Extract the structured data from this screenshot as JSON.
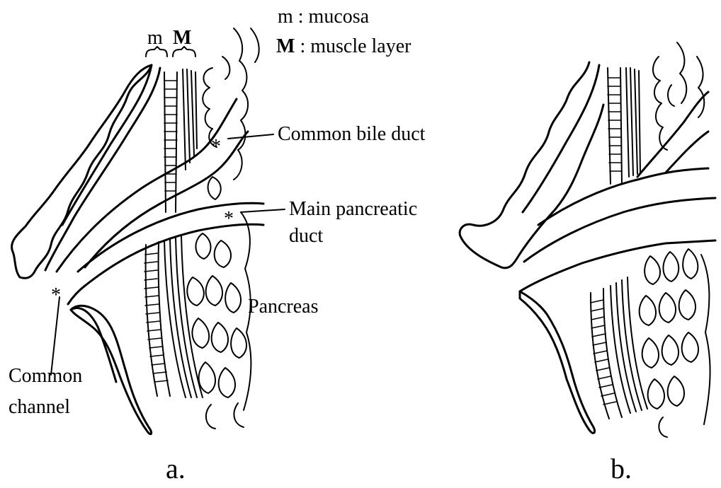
{
  "legend": {
    "m_key": "m",
    "m_text": " : mucosa",
    "M_key": "M",
    "M_text": " : muscle layer"
  },
  "brackets": {
    "m": "m",
    "M": "M"
  },
  "labels": {
    "common_bile_duct": "Common bile duct",
    "main_pancreatic_duct_line1": "Main pancreatic",
    "main_pancreatic_duct_line2": "duct",
    "pancreas": "Pancreas",
    "common_channel_line1": "Common",
    "common_channel_line2": "channel",
    "asterisk": "*"
  },
  "panels": {
    "a": "a.",
    "b": "b."
  }
}
